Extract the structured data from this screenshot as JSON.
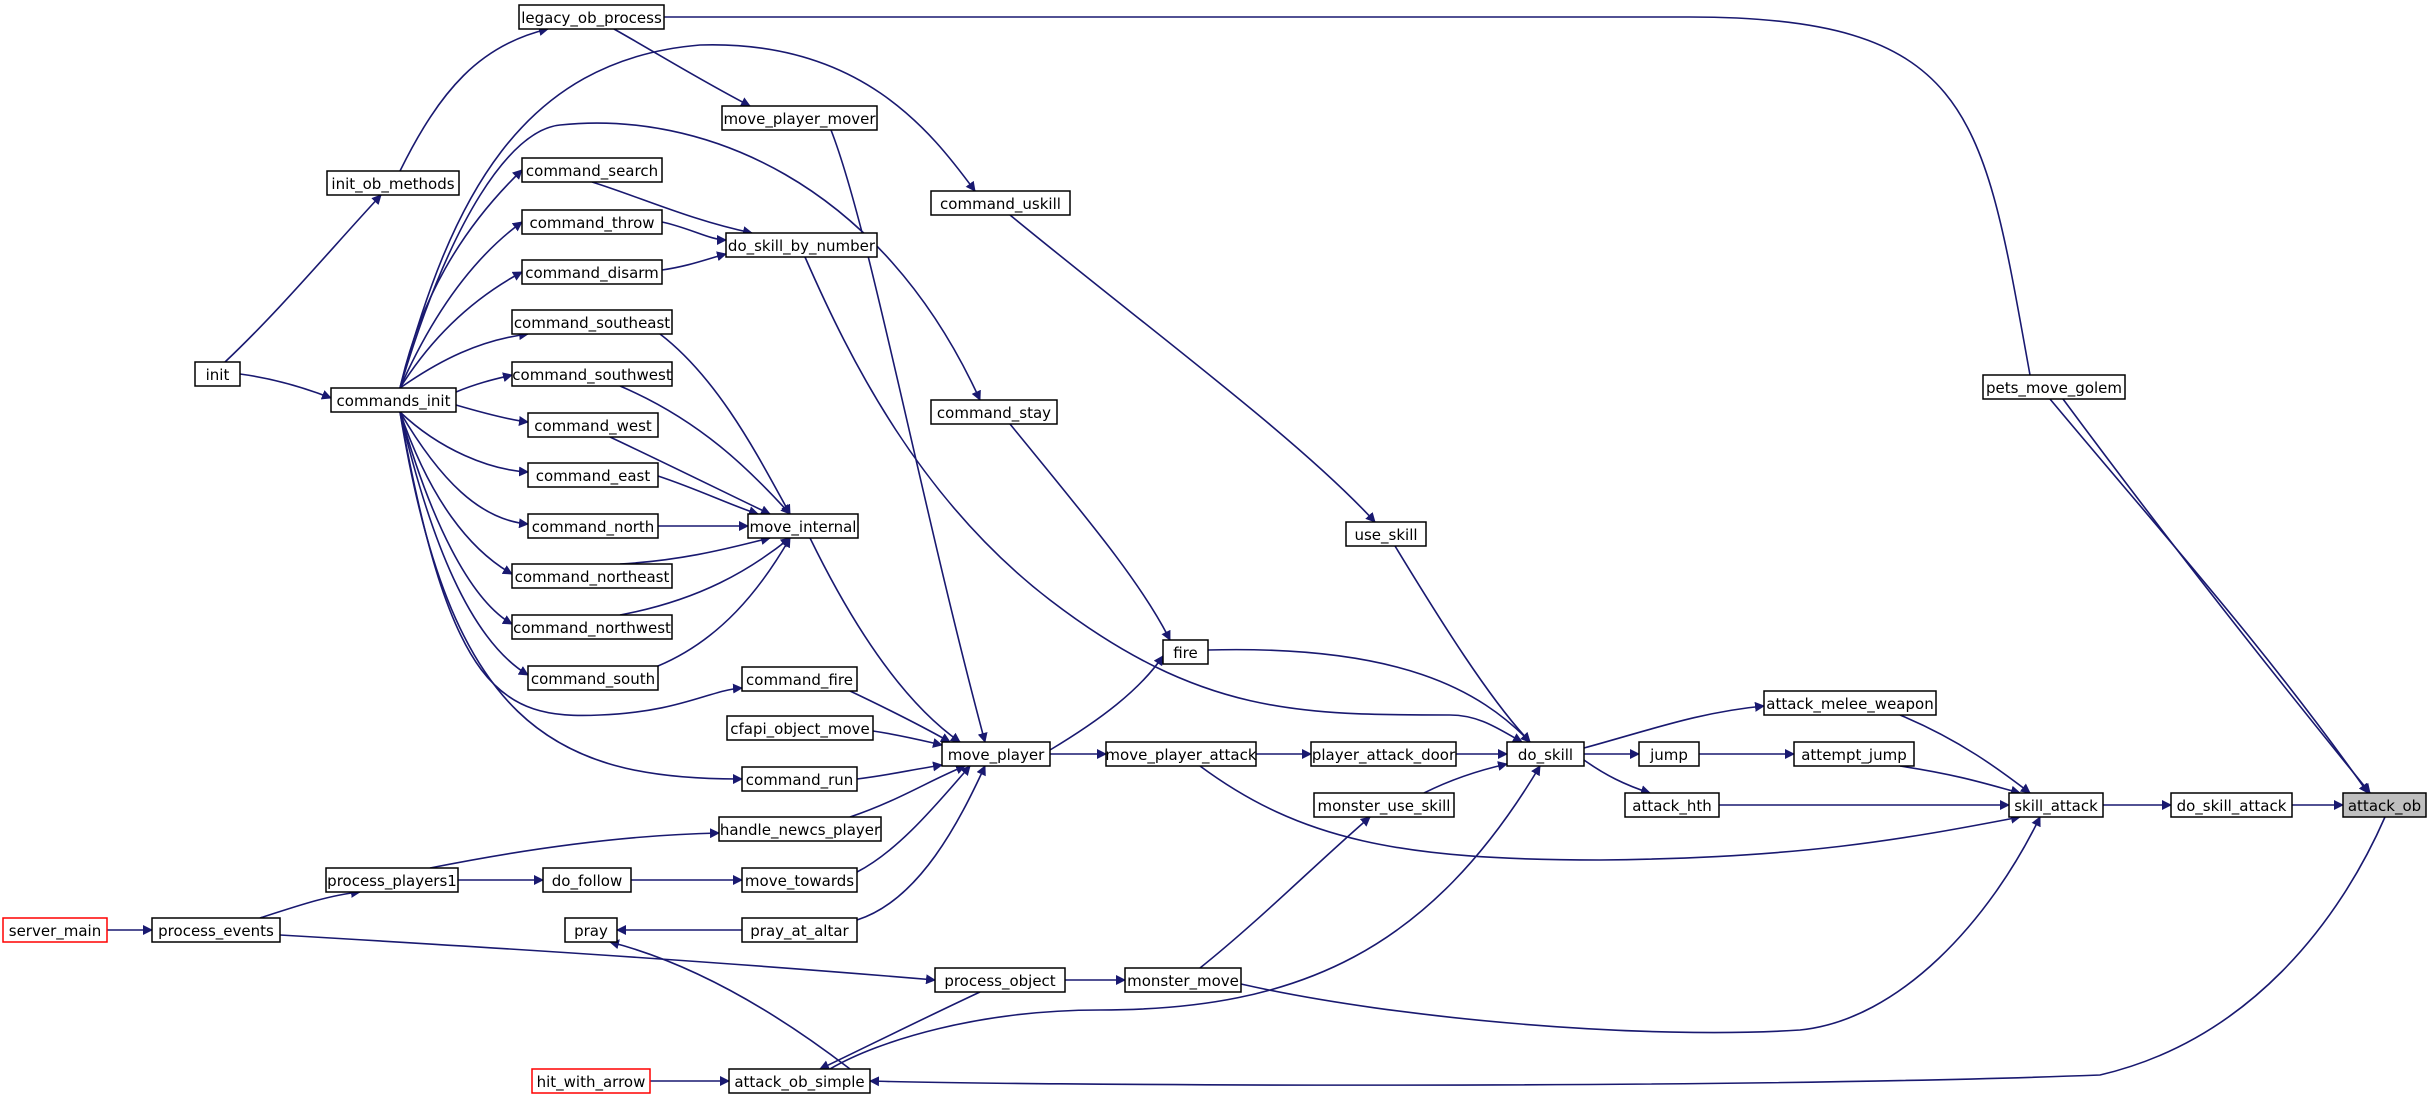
{
  "colors": {
    "edge": "#191970",
    "root_fill": "#bfbfbf",
    "external_border": "#ff0000",
    "node_border": "#000000"
  },
  "nodes": {
    "legacy_ob_process": "legacy_ob_process",
    "move_player_mover": "move_player_mover",
    "init_ob_methods": "init_ob_methods",
    "command_search": "command_search",
    "command_uskill": "command_uskill",
    "command_throw": "command_throw",
    "do_skill_by_number": "do_skill_by_number",
    "command_disarm": "command_disarm",
    "command_southeast": "command_southeast",
    "pets_move_golem": "pets_move_golem",
    "init": "init",
    "command_southwest": "command_southwest",
    "commands_init": "commands_init",
    "command_stay": "command_stay",
    "command_west": "command_west",
    "command_east": "command_east",
    "command_north": "command_north",
    "move_internal": "move_internal",
    "use_skill": "use_skill",
    "command_northeast": "command_northeast",
    "command_northwest": "command_northwest",
    "fire": "fire",
    "command_south": "command_south",
    "command_fire": "command_fire",
    "attack_melee_weapon": "attack_melee_weapon",
    "cfapi_object_move": "cfapi_object_move",
    "move_player": "move_player",
    "move_player_attack": "move_player_attack",
    "player_attack_door": "player_attack_door",
    "do_skill": "do_skill",
    "jump": "jump",
    "attempt_jump": "attempt_jump",
    "command_run": "command_run",
    "monster_use_skill": "monster_use_skill",
    "attack_hth": "attack_hth",
    "skill_attack": "skill_attack",
    "do_skill_attack": "do_skill_attack",
    "attack_ob": "attack_ob",
    "handle_newcs_player": "handle_newcs_player",
    "process_players1": "process_players1",
    "do_follow": "do_follow",
    "move_towards": "move_towards",
    "server_main": "server_main",
    "process_events": "process_events",
    "pray": "pray",
    "pray_at_altar": "pray_at_altar",
    "process_object": "process_object",
    "monster_move": "monster_move",
    "hit_with_arrow": "hit_with_arrow",
    "attack_ob_simple": "attack_ob_simple"
  }
}
